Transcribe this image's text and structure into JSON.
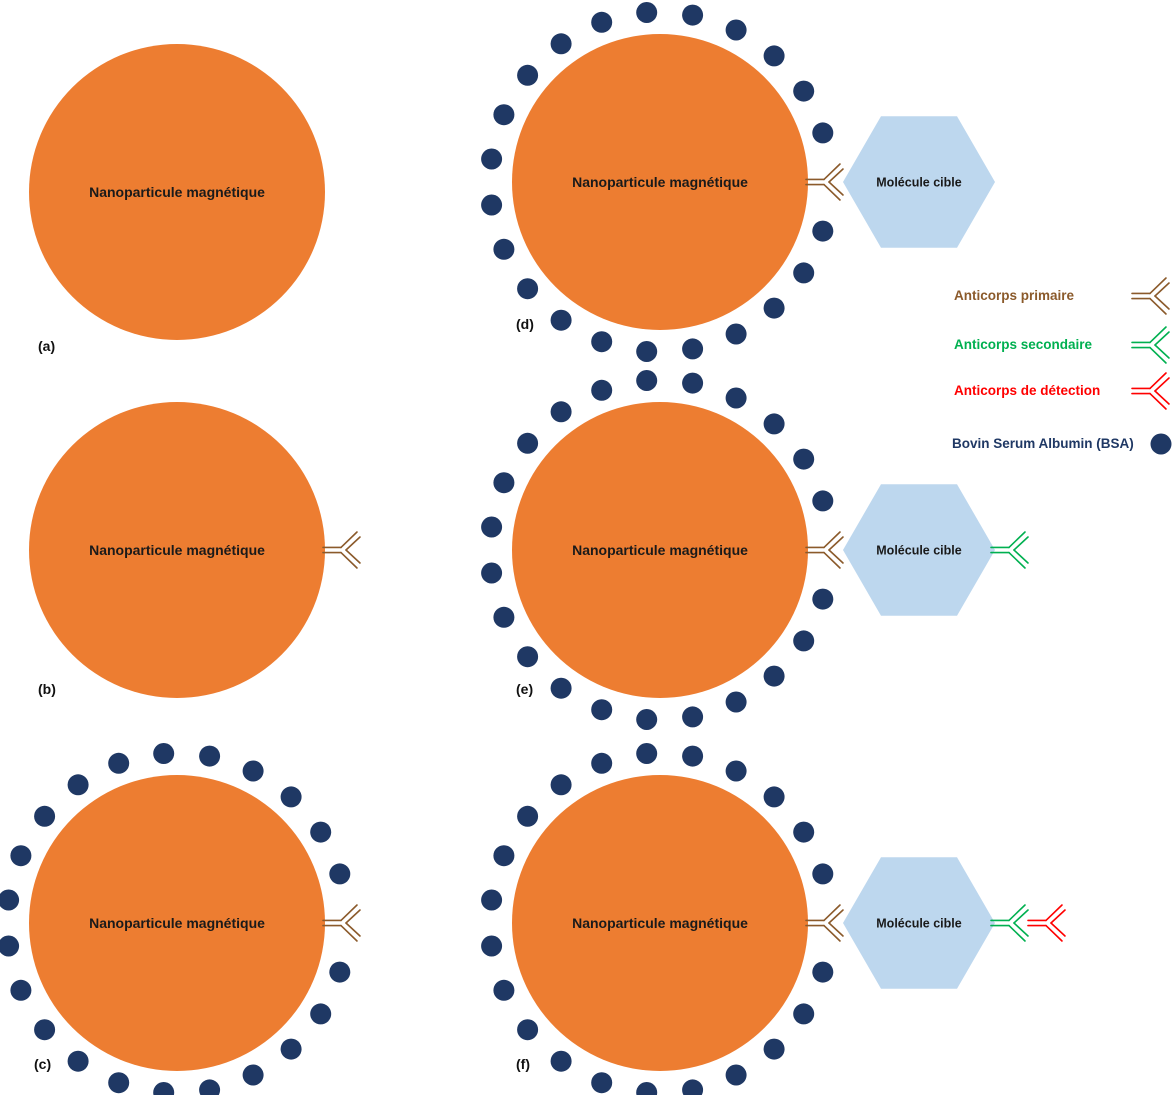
{
  "colors": {
    "background": "#ffffff",
    "nanoparticle": "#ED7D31",
    "bsa": "#1F3864",
    "target": "#BDD7EE",
    "primary_antibody": "#8B5A2B",
    "secondary_antibody": "#00B050",
    "detection_antibody": "#FF0000",
    "legend_bsa_text": "#1F3864"
  },
  "panels": [
    {
      "id": "a",
      "label": "(a)",
      "particle_text": "Nanoparticule magnétique",
      "bsa": false,
      "primary": false,
      "target": false,
      "secondary": false,
      "detection": false
    },
    {
      "id": "b",
      "label": "(b)",
      "particle_text": "Nanoparticule magnétique",
      "bsa": false,
      "primary": true,
      "target": false,
      "secondary": false,
      "detection": false
    },
    {
      "id": "c",
      "label": "(c)",
      "particle_text": "Nanoparticule magnétique",
      "bsa": true,
      "primary": true,
      "target": false,
      "secondary": false,
      "detection": false
    },
    {
      "id": "d",
      "label": "(d)",
      "particle_text": "Nanoparticule magnétique",
      "bsa": true,
      "primary": true,
      "target": true,
      "target_text": "Molécule cible",
      "secondary": false,
      "detection": false
    },
    {
      "id": "e",
      "label": "(e)",
      "particle_text": "Nanoparticule magnétique",
      "bsa": true,
      "primary": true,
      "target": true,
      "target_text": "Molécule cible",
      "secondary": true,
      "detection": false
    },
    {
      "id": "f",
      "label": "(f)",
      "particle_text": "Nanoparticule magnétique",
      "bsa": true,
      "primary": true,
      "target": true,
      "target_text": "Molécule cible",
      "secondary": true,
      "detection": true
    }
  ],
  "legend": {
    "items": [
      {
        "id": "primary",
        "label": "Anticorps primaire",
        "symbol": "antibody",
        "color": "#8B5A2B"
      },
      {
        "id": "secondary",
        "label": "Anticorps secondaire",
        "symbol": "antibody",
        "color": "#00B050"
      },
      {
        "id": "detection",
        "label": "Anticorps de détection",
        "symbol": "antibody",
        "color": "#FF0000"
      },
      {
        "id": "bsa",
        "label": "Bovin Serum Albumin (BSA)",
        "symbol": "bsa-dot",
        "color": "#1F3864"
      }
    ]
  }
}
